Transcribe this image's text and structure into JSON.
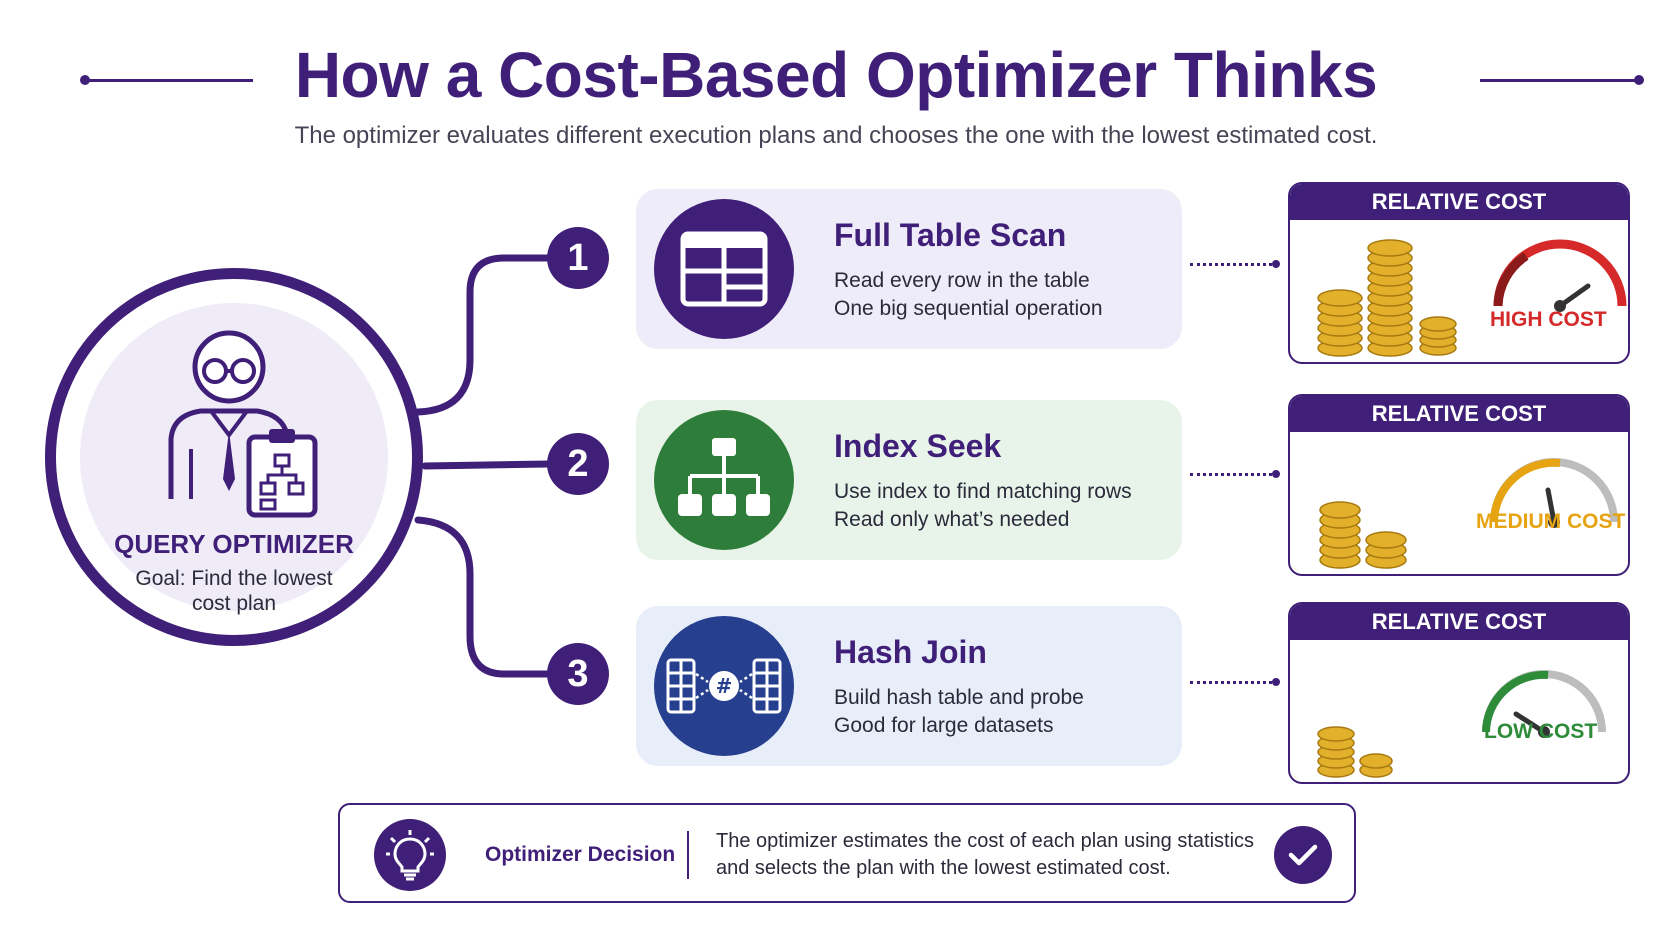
{
  "header": {
    "title": "How a Cost-Based Optimizer Thinks",
    "subtitle": "The optimizer evaluates different execution plans and chooses the one with the lowest estimated cost."
  },
  "optimizer": {
    "title": "QUERY OPTIMIZER",
    "goal": "Goal: Find the lowest cost plan",
    "icon": "optimizer-person-icon"
  },
  "plans": [
    {
      "number": "1",
      "title": "Full Table Scan",
      "line1": "Read every row in the table",
      "line2": "One big sequential operation",
      "icon": "table-icon",
      "icon_color": "#3f1f78",
      "cost_header": "RELATIVE COST",
      "cost_label": "HIGH COST",
      "cost_color": "#d62a2a"
    },
    {
      "number": "2",
      "title": "Index Seek",
      "line1": "Use index to find matching rows",
      "line2": "Read only what’s needed",
      "icon": "tree-icon",
      "icon_color": "#2e7d3a",
      "cost_header": "RELATIVE COST",
      "cost_label": "MEDIUM COST",
      "cost_color": "#e6a312"
    },
    {
      "number": "3",
      "title": "Hash Join",
      "line1": "Build hash table and probe",
      "line2": "Good for large datasets",
      "icon": "hash-join-icon",
      "icon_color": "#26408f",
      "cost_header": "RELATIVE COST",
      "cost_label": "LOW COST",
      "cost_color": "#2e8b3a"
    }
  ],
  "decision": {
    "label": "Optimizer Decision",
    "text": "The optimizer estimates the cost of each plan using statistics and selects the plan with the lowest estimated cost.",
    "icon": "lightbulb-icon",
    "check_icon": "checkmark-icon"
  },
  "colors": {
    "primary": "#3f1f78",
    "coin": "#e3b02c"
  }
}
